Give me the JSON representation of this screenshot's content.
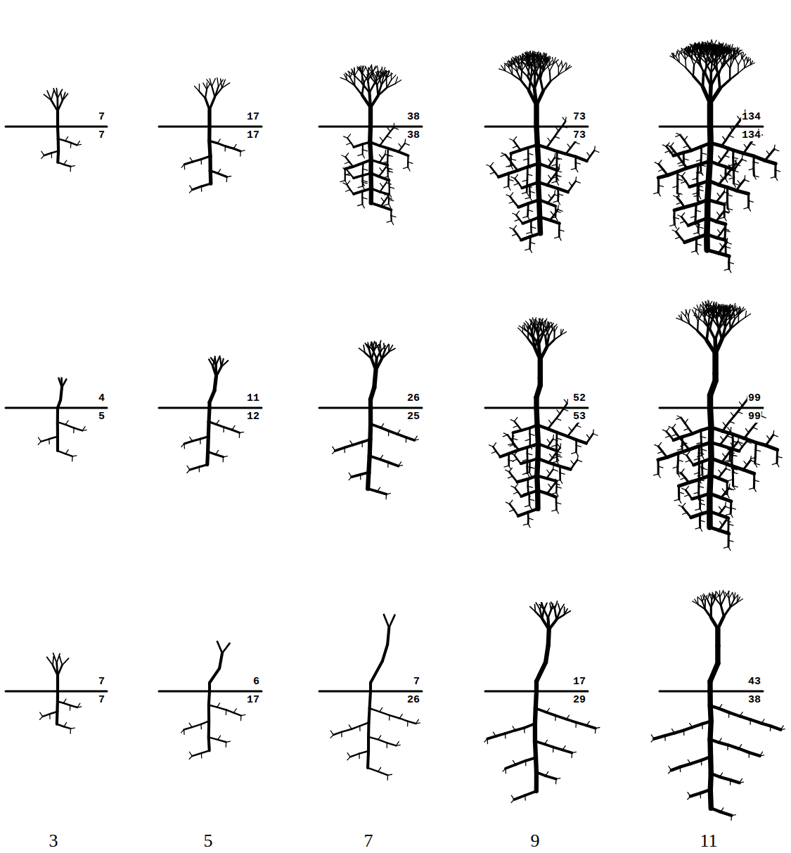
{
  "diagram": {
    "labels": [
      "7",
      "7",
      "17",
      "17",
      "38",
      "38",
      "73",
      "73",
      "134",
      "134",
      "4",
      "5",
      "11",
      "12",
      "26",
      "25",
      "52",
      "53",
      "99",
      "99",
      "7",
      "7",
      "6",
      "17",
      "7",
      "26",
      "17",
      "29",
      "43",
      "38",
      "3",
      "5",
      "7",
      "9",
      "11"
    ]
  }
}
